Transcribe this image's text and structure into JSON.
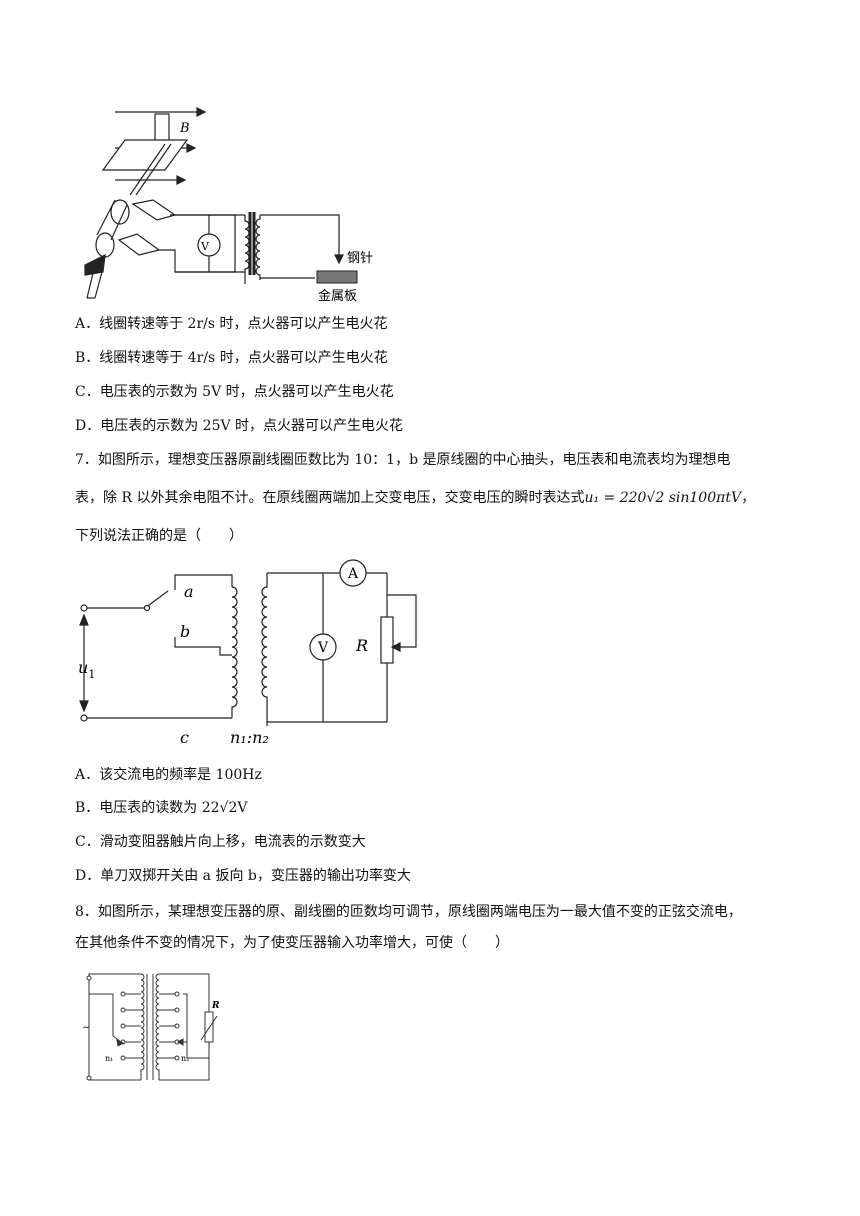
{
  "q6": {
    "figure": {
      "field_label": "B",
      "needle_label": "钢针",
      "plate_label": "金属板",
      "meter_label": "V"
    },
    "options": [
      "A．线圈转速等于 2r/s 时，点火器可以产生电火花",
      "B．线圈转速等于 4r/s 时，点火器可以产生电火花",
      "C．电压表的示数为 5V 时，点火器可以产生电火花",
      "D．电压表的示数为 25V 时，点火器可以产生电火花"
    ]
  },
  "q7": {
    "stem_line1": "7．如图所示，理想变压器原副线圈匝数比为 10：1，b 是原线圈的中心抽头，电压表和电流表均为理想电",
    "stem_line2_prefix": "表，除 R 以外其余电阻不计。在原线圈两端加上交变电压，交变电压的瞬时表达式",
    "stem_formula": "u₁ = 220√2 sin100πtV",
    "stem_line2_suffix": "，",
    "stem_line3": "下列说法正确的是（　　）",
    "figure": {
      "label_a": "a",
      "label_b": "b",
      "label_c": "c",
      "label_u": "u",
      "label_u_sub": "1",
      "label_ratio": "n₁:n₂",
      "label_A": "A",
      "label_V": "V",
      "label_R": "R"
    },
    "options": [
      "A．该交流电的频率是 100Hz",
      "B．电压表的读数为 22√2V",
      "C．滑动变阻器触片向上移，电流表的示数变大",
      "D．单刀双掷开关由 a 扳向 b，变压器的输出功率变大"
    ]
  },
  "q8": {
    "stem_line1": "8．如图所示，某理想变压器的原、副线圈的匝数均可调节，原线圈两端电压为一最大值不变的正弦交流电，",
    "stem_line2": "在其他条件不变的情况下，为了使变压器输入功率增大，可使（　　）",
    "figure": {
      "label_R": "R",
      "label_n1": "n₁",
      "label_n2": "n₂",
      "label_ac": "~"
    }
  }
}
